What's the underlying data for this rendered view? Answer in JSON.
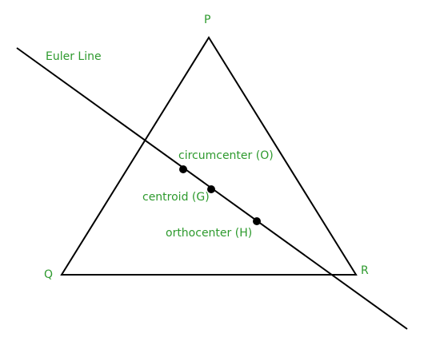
{
  "vertices": {
    "p": "P",
    "q": "Q",
    "r": "R"
  },
  "line_label": "Euler Line",
  "points": {
    "circumcenter": "circumcenter (O)",
    "centroid": "centroid (G)",
    "orthocenter": "orthocenter (H)"
  },
  "colors": {
    "label": "#2e9a2e",
    "stroke": "#000000",
    "background": "#ffffff"
  }
}
